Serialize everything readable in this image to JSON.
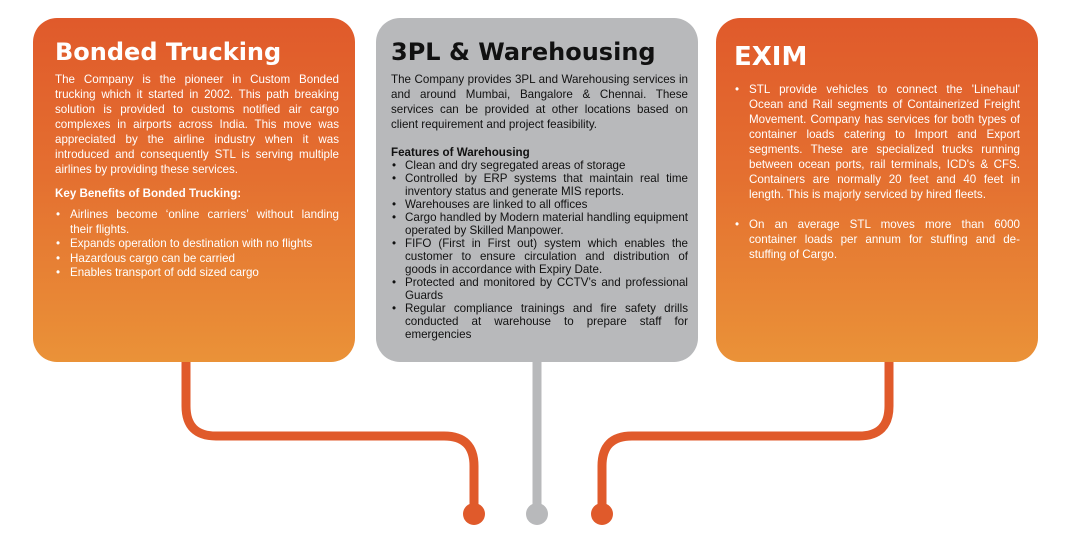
{
  "colors": {
    "orange": "#e05a2b",
    "orange_light": "#ea9238",
    "grey": "#b8b9bb",
    "connector_grey": "#b8b9bb"
  },
  "cards": {
    "bonded": {
      "title": "Bonded Trucking",
      "paragraph": "The Company is the pioneer in Custom Bonded trucking which it started in 2002. This path breaking solution is provided to customs notified air cargo complexes in airports across India. This move was appreciated by the airline industry when it was introduced and consequently STL is serving multiple airlines by providing these services.",
      "subheading": "Key Benefits of Bonded Trucking:",
      "bullets": [
        "Airlines become ‘online carriers’ without landing their flights.",
        "Expands operation to destination with no flights",
        "Hazardous cargo can be carried",
        "Enables transport of odd sized cargo"
      ]
    },
    "warehousing": {
      "title": "3PL & Warehousing",
      "paragraph": "The Company provides 3PL and Warehousing services in and around Mumbai, Bangalore & Chennai. These services can be provided at other locations based on client requirement and project feasibility.",
      "subheading": "Features of Warehousing",
      "bullets": [
        "Clean and dry segregated areas of storage",
        "Controlled by ERP systems that maintain real time inventory status and generate MIS reports.",
        "Warehouses are linked to all offices",
        "Cargo handled by Modern material handling equipment operated by Skilled Manpower.",
        "FIFO (First in First out) system which enables the customer to ensure circulation and distribution of goods in accordance with Expiry Date.",
        "Protected and monitored by CCTV’s and professional Guards",
        "Regular compliance trainings and fire safety drills conducted at warehouse to prepare staff for emergencies"
      ]
    },
    "exim": {
      "title": "EXIM",
      "bullets": [
        "STL provide vehicles to connect the 'Linehaul' Ocean and Rail segments of Containerized Freight Movement. Company has services for both types of container loads catering to Import and Export segments. These are specialized trucks running between ocean ports, rail terminals, ICD's & CFS. Containers are normally 20 feet and 40 feet in length. This is majorly serviced by hired fleets.",
        "On an average STL moves more than 6000 container loads per annum for stuffing and de-stuffing of Cargo."
      ]
    }
  }
}
